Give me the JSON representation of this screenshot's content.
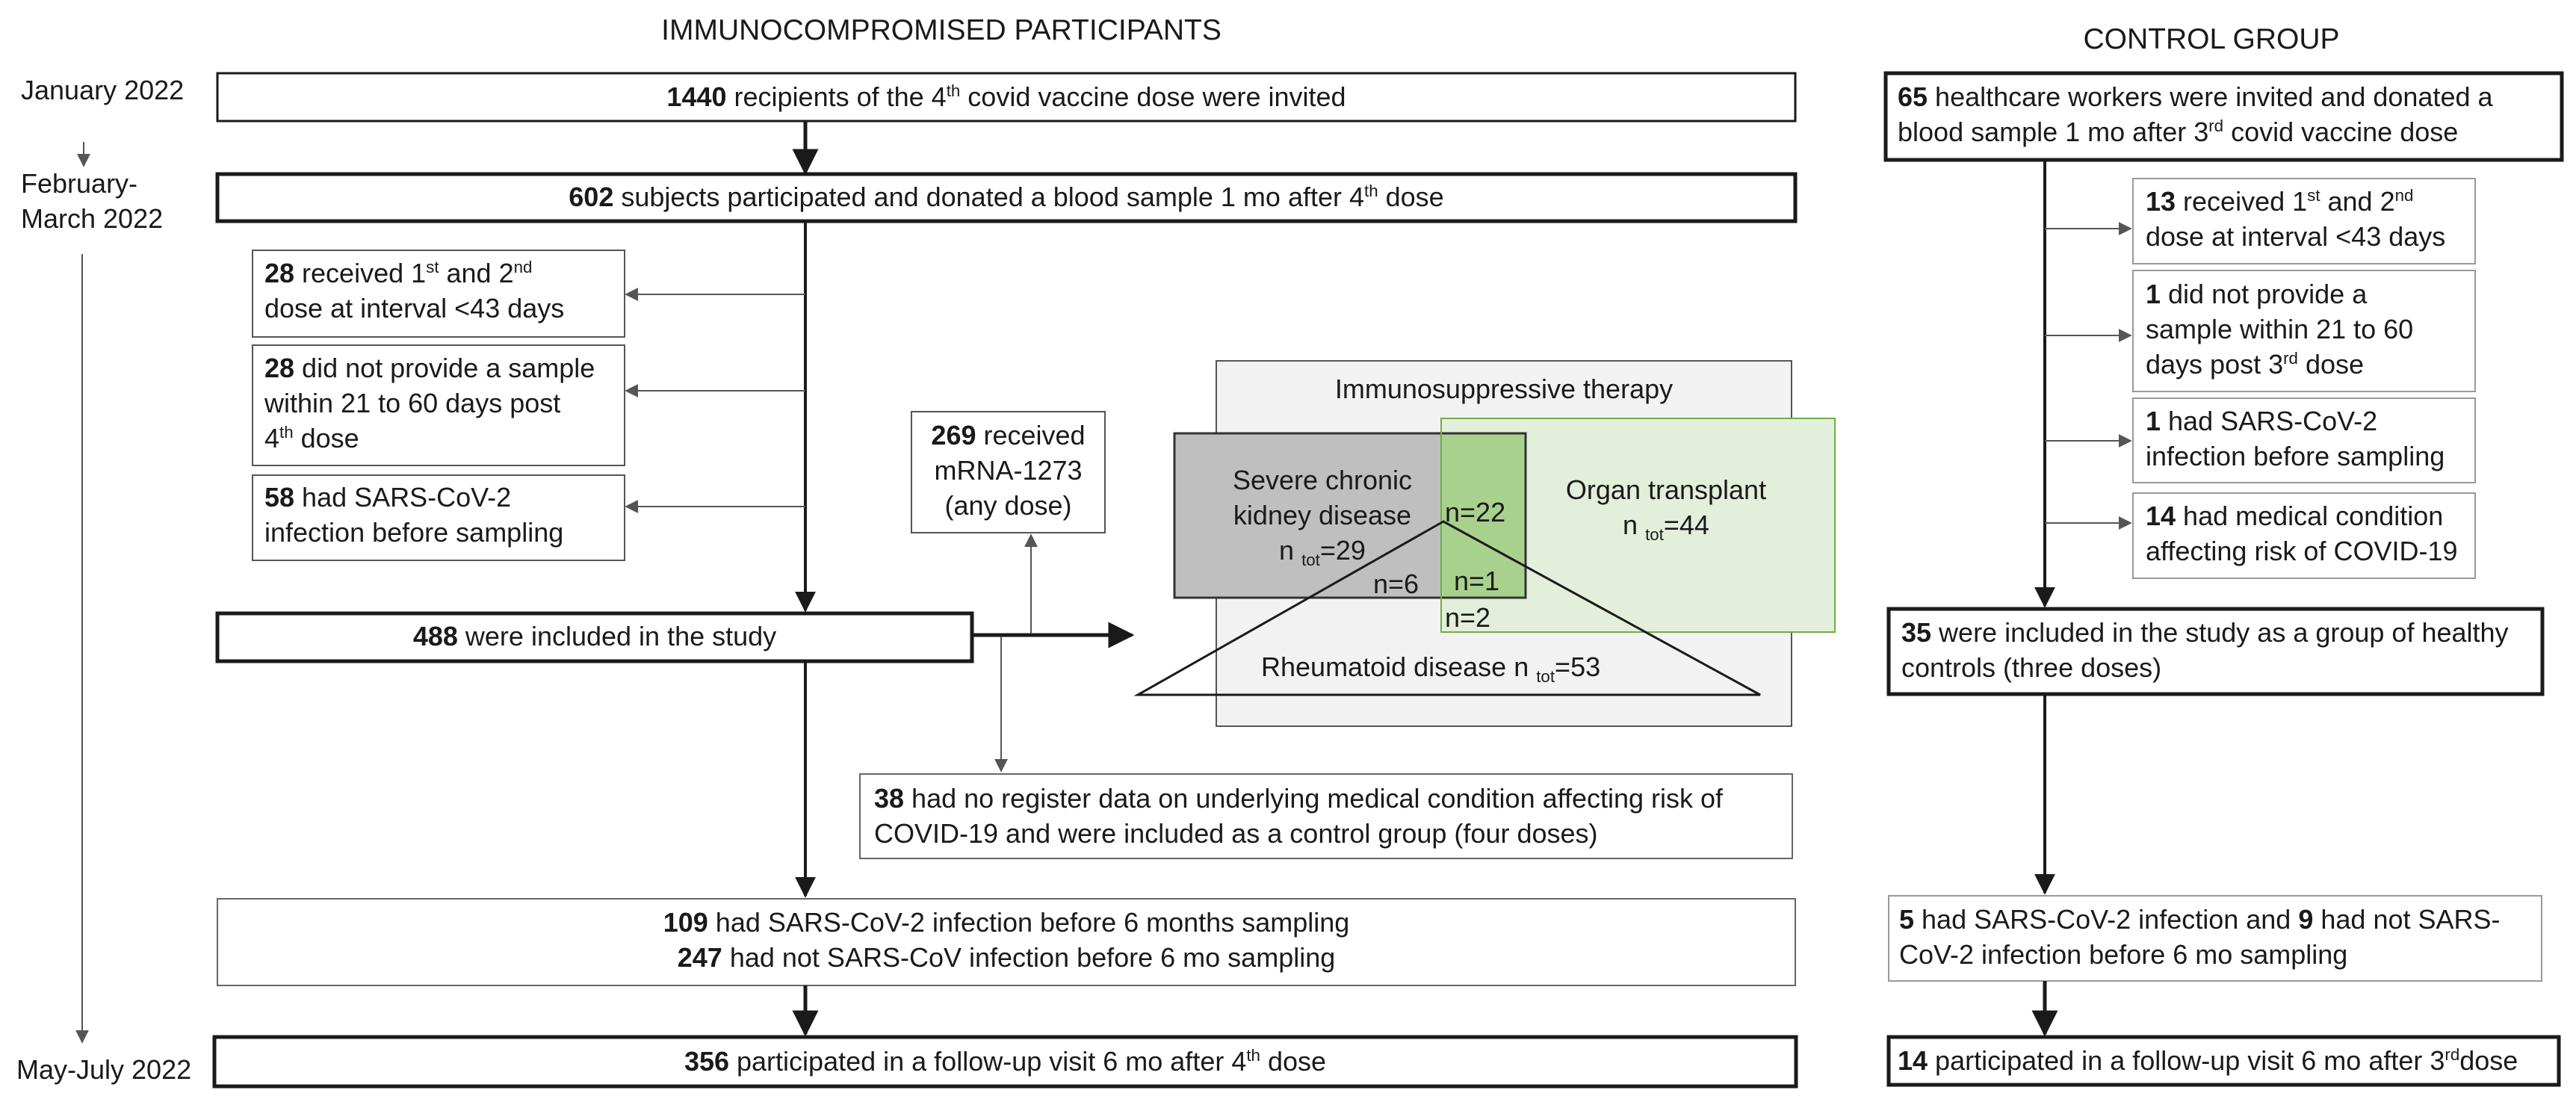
{
  "headers": {
    "left": "IMMUNOCOMPROMISED PARTICIPANTS",
    "right": "CONTROL GROUP"
  },
  "timeline": {
    "start": "January 2022",
    "mid_line1": "February-",
    "mid_line2": "March 2022",
    "end": "May-July 2022"
  },
  "left": {
    "invited": {
      "n": "1440",
      "pre": " recipients of the 4",
      "sup": "th",
      "post": " covid vaccine dose were invited"
    },
    "participated": {
      "n": "602",
      "pre": " subjects participated and donated a blood sample 1 mo after 4",
      "sup": "th",
      "post": " dose"
    },
    "excl_interval": {
      "n": "28",
      "line1": " received 1",
      "sup1": "st",
      "and": " and 2",
      "sup2": "nd",
      "line2": "dose at interval <43 days"
    },
    "excl_sample": {
      "n": "28",
      "line1": " did not provide a sample",
      "line2": "within 21 to 60  days post",
      "line3_pre": "4",
      "line3_sup": "th",
      "line3_post": " dose"
    },
    "excl_infection": {
      "n": "58",
      "line1": " had SARS-CoV-2",
      "line2": "infection before sampling"
    },
    "included": {
      "n": "488",
      "text": " were included in the study"
    },
    "mrna": {
      "n": "269",
      "line1": " received",
      "line2": "mRNA-1273",
      "line3": "(any dose)"
    },
    "no_register": {
      "n": "38",
      "line1": " had no register data on underlying medical condition affecting risk of",
      "line2": "COVID-19 and were included as a control group (four doses)"
    },
    "six_month": {
      "n1": "109",
      "line1": " had SARS-CoV-2 infection before 6 months sampling",
      "n2": "247",
      "line2": " had not SARS-CoV  infection before 6 mo sampling"
    },
    "followup": {
      "n": "356",
      "pre": " participated in a follow-up  visit  6 mo after 4",
      "sup": "th",
      "post": " dose"
    }
  },
  "venn": {
    "title": "Immunosuppressive therapy",
    "kidney_line1": "Severe chronic",
    "kidney_line2": "kidney disease",
    "kidney_n_prefix": "n ",
    "kidney_n_sub": "tot",
    "kidney_n_value": "=29",
    "transplant_line1": "Organ transplant",
    "transplant_n_prefix": "n ",
    "transplant_n_sub": "tot",
    "transplant_n_value": "=44",
    "rheuma_label": "Rheumatoid disease  n ",
    "rheuma_n_sub": "tot",
    "rheuma_n_value": "=53",
    "overlap_kidney_transplant": "n=22",
    "overlap_kidney_rheuma": "n=6",
    "overlap_all": "n=1",
    "overlap_transplant_rheuma": "n=2",
    "colors": {
      "panel": "#f2f2f2",
      "kidney": "#bfbfbf",
      "transplant": "#e2efda",
      "overlap": "#a9d18e",
      "transplant_border": "#70ad47"
    }
  },
  "right": {
    "invited": {
      "n": "65",
      "line1": " healthcare workers were invited and donated a",
      "line2_pre": "blood sample 1 mo after 3",
      "line2_sup": "rd",
      "line2_post": " covid vaccine dose"
    },
    "excl_interval": {
      "n": "13",
      "line1": " received 1",
      "sup1": "st",
      "and": " and 2",
      "sup2": "nd",
      "line2": "dose at interval <43 days"
    },
    "excl_sample": {
      "n": "1",
      "line1": " did not provide a",
      "line2": "sample within 21 to 60",
      "line3_pre": "days post 3",
      "line3_sup": "rd",
      "line3_post": " dose"
    },
    "excl_infection": {
      "n": "1",
      "line1": " had SARS-CoV-2",
      "line2": "infection before sampling"
    },
    "excl_medical": {
      "n": "14",
      "line1": " had medical condition",
      "line2": "affecting risk of COVID-19"
    },
    "included": {
      "n": "35",
      "line1": " were included in the study as a group of healthy",
      "line2": "controls (three doses)"
    },
    "six_month": {
      "n1": "5",
      "t1": " had SARS-CoV-2 infection and ",
      "n2": "9",
      "t2": " had not SARS-",
      "line2": "CoV-2 infection before 6 mo sampling"
    },
    "followup": {
      "n": "14",
      "pre": " participated in a follow-up visit 6 mo after 3",
      "sup": "rd",
      "post": "dose"
    }
  }
}
